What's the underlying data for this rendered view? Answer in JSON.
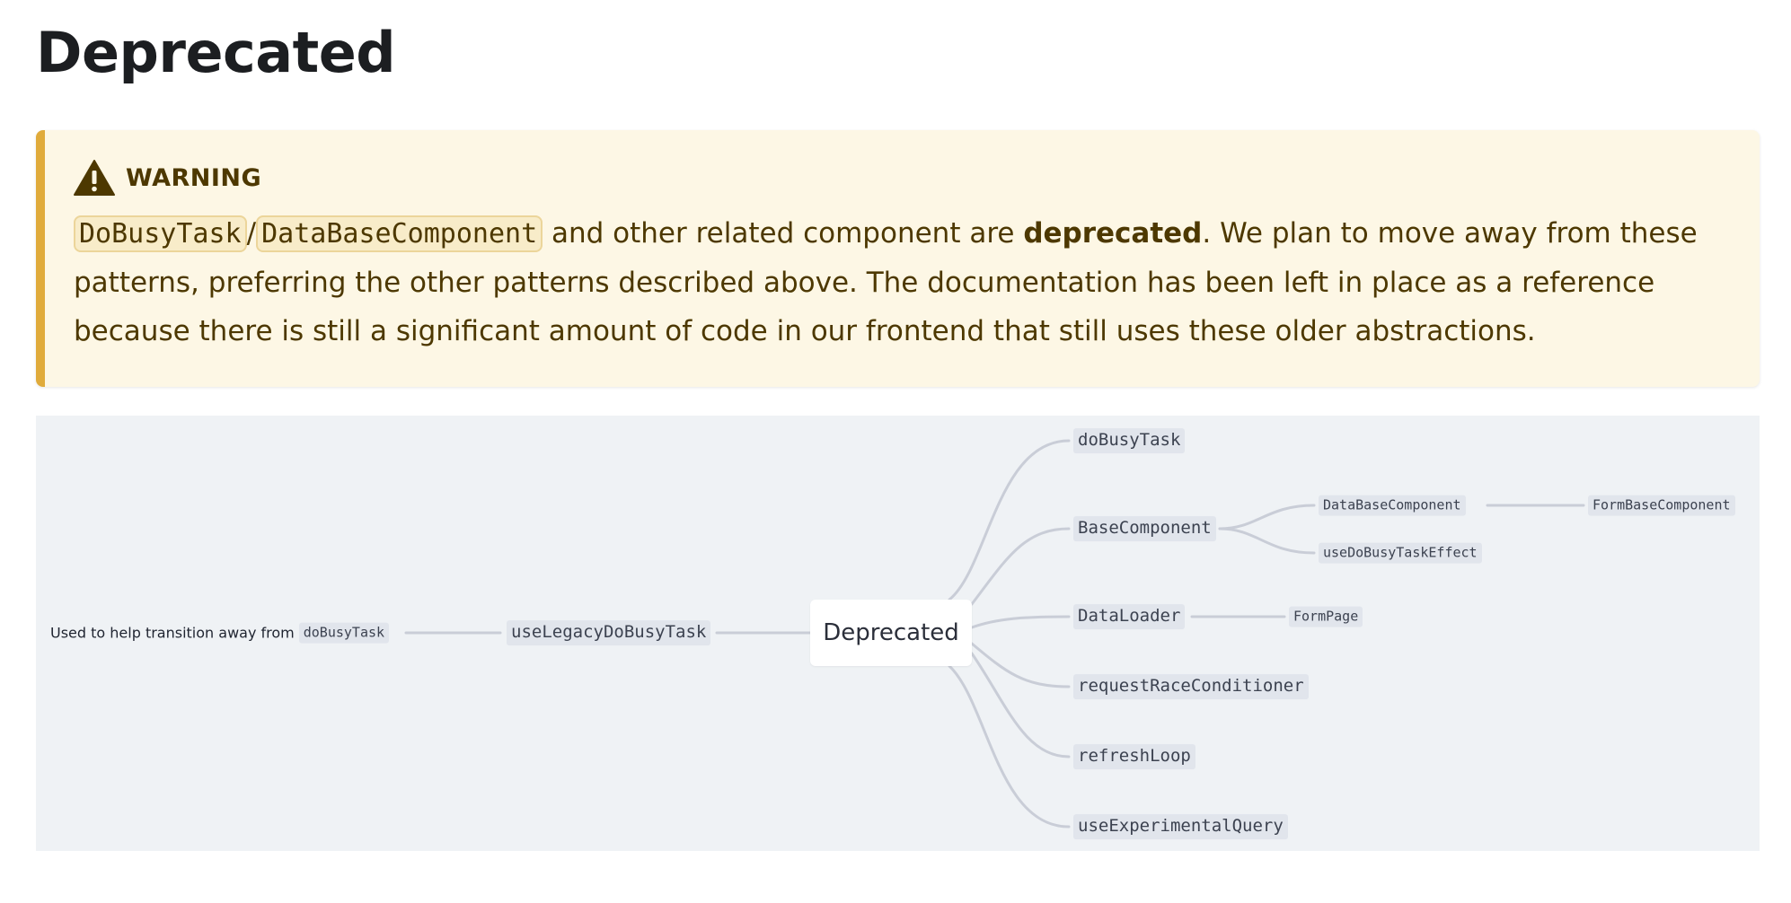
{
  "page": {
    "title": "Deprecated"
  },
  "admonition": {
    "icon": "warning-triangle-icon",
    "heading": "WARNING",
    "code_1": "DoBusyTask",
    "separator": "/",
    "code_2": "DataBaseComponent",
    "text_before_bold": " and other related component are ",
    "bold": "deprecated",
    "text_after_bold": ". We plan to move away from these patterns, preferring the other patterns described above. The documentation has been left in place as a reference because there is still a significant amount of code in our frontend that still uses these older abstractions.",
    "colors": {
      "accent": "#e0ab3b",
      "background": "#fdf7e5",
      "text": "#4d3800"
    }
  },
  "diagram": {
    "root": "Deprecated",
    "left_chain": {
      "note_prefix": "Used to help transition away from",
      "note_code": "doBusyTask",
      "hook": "useLegacyDoBusyTask"
    },
    "branches": {
      "dobusytask": "doBusyTask",
      "basecomponent": "BaseComponent",
      "databasecomponent": "DataBaseComponent",
      "formbasecomponent": "FormBaseComponent",
      "usedobusytaskeffect": "useDoBusyTaskEffect",
      "dataloader": "DataLoader",
      "formpage": "FormPage",
      "requestraceconditioner": "requestRaceConditioner",
      "refreshloop": "refreshLoop",
      "useexperimentalquery": "useExperimentalQuery"
    },
    "colors": {
      "background": "#eff2f5",
      "edge": "#c9cdd7",
      "node": "#e1e5ec"
    }
  }
}
